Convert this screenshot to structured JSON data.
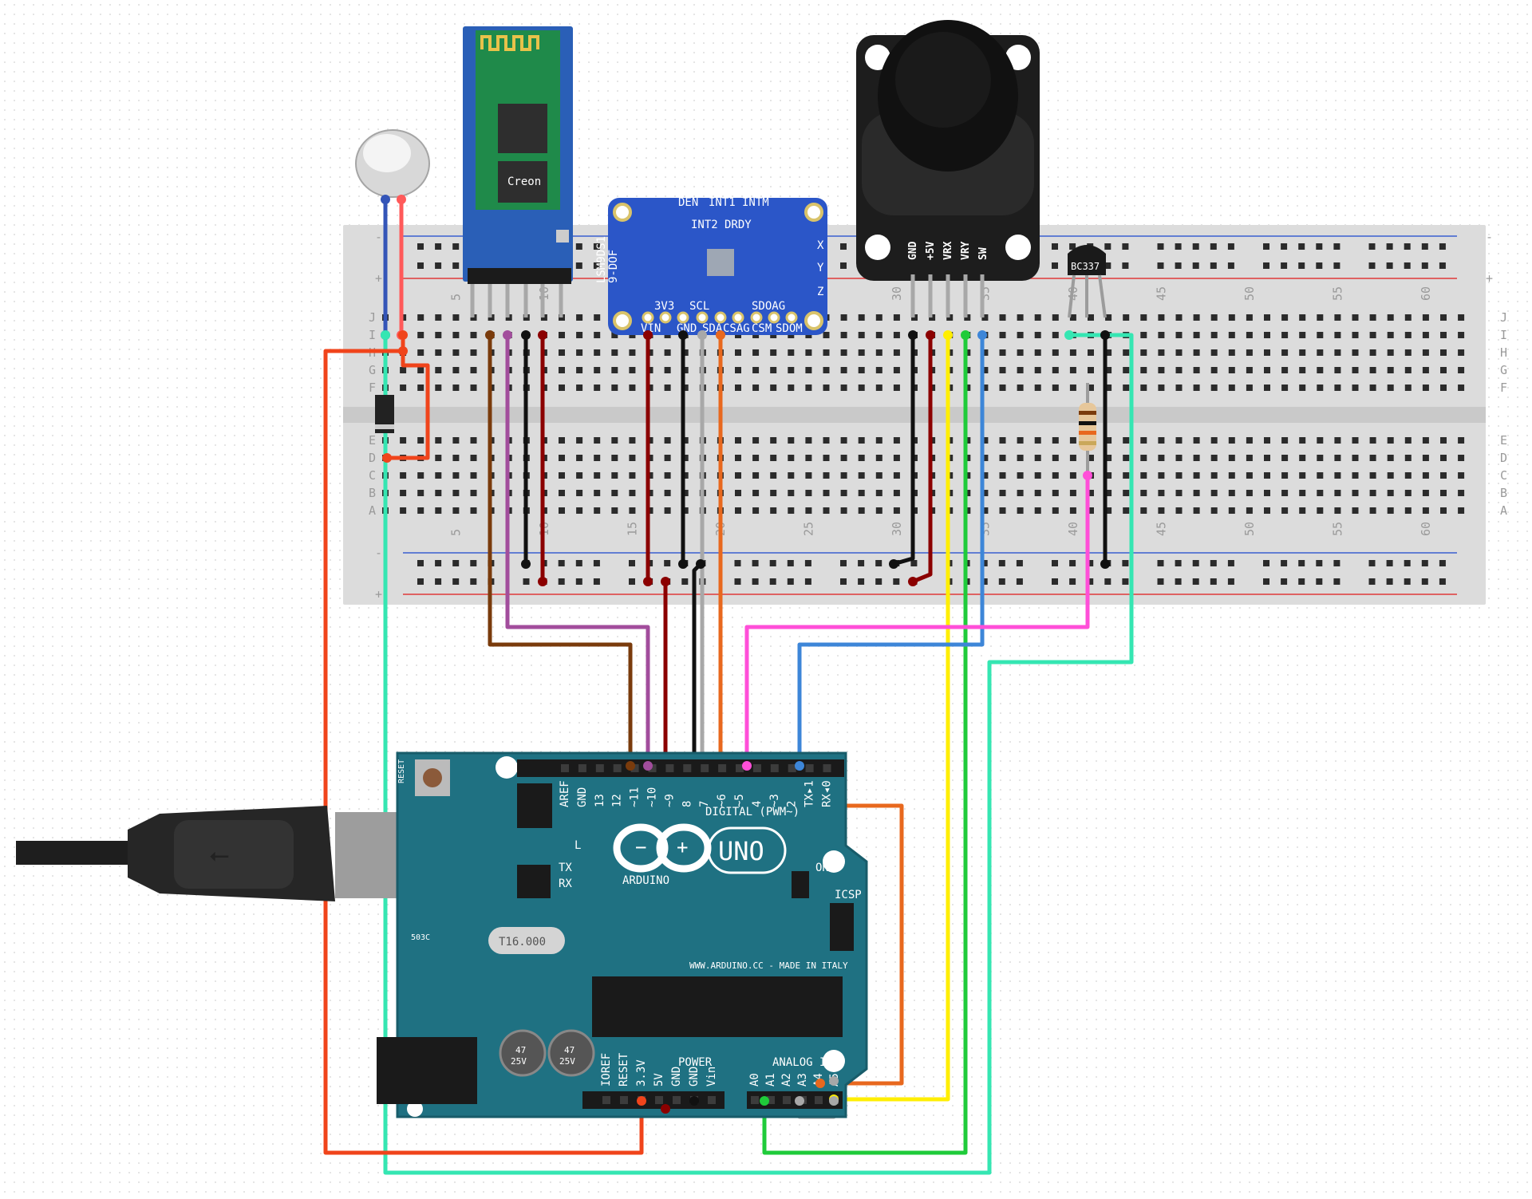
{
  "breadboard": {
    "column_numbers": [
      "5",
      "10",
      "15",
      "20",
      "25",
      "30",
      "35",
      "40",
      "45",
      "50",
      "55",
      "60"
    ],
    "row_letters_top": [
      "J",
      "I",
      "H",
      "G",
      "F"
    ],
    "row_letters_bottom": [
      "E",
      "D",
      "C",
      "B",
      "A"
    ],
    "rail_minus": "-",
    "rail_plus": "+"
  },
  "components": {
    "buzzer": {},
    "bluetooth": {
      "chip_text": "Creon"
    },
    "imu": {
      "title_line1": "LSM9DS1",
      "title_line2": "9-DOF",
      "top_pins": [
        "DEN",
        "INT1",
        "INTM"
      ],
      "top_pins2": [
        "INT2",
        "DRDY"
      ],
      "bottom_pins": [
        "3V3",
        "SCL",
        "SDOAG"
      ],
      "bottom_pins2": [
        "VIN",
        "GND",
        "SDA",
        "CSAG",
        "CSM",
        "SDOM"
      ],
      "axis_x": "X",
      "axis_y": "Y",
      "axis_z": "Z"
    },
    "joystick": {
      "pins": [
        "GND",
        "+5V",
        "VRX",
        "VRY",
        "SW"
      ]
    },
    "transistor": {
      "label": "BC337"
    }
  },
  "arduino": {
    "model": "UNO",
    "brand": "ARDUINO",
    "digital_label": "DIGITAL (PWM~)",
    "digital_pins": [
      "AREF",
      "GND",
      "13",
      "12",
      "~11",
      "~10",
      "~9",
      "8",
      "7",
      "~6",
      "~5",
      "4",
      "~3",
      "2",
      "TX▸1",
      "RX◂0"
    ],
    "power_label": "POWER",
    "power_pins": [
      "IOREF",
      "RESET",
      "3.3V",
      "5V",
      "GND",
      "GND",
      "Vin"
    ],
    "analog_label": "ANALOG IN",
    "analog_pins": [
      "A0",
      "A1",
      "A2",
      "A3",
      "A4",
      "A5"
    ],
    "tx": "TX",
    "rx": "RX",
    "on": "ON",
    "icsp": "ICSP",
    "reset": "RESET",
    "crystal": "T16.000",
    "website": "WWW.ARDUINO.CC - MADE IN ITALY",
    "cap_value": "47",
    "cap_voltage": "25V",
    "l_label": "L",
    "aref_note": "503C"
  },
  "wire_colors": {
    "red": "#8b0000",
    "black": "#111111",
    "brown": "#7a3b0c",
    "purple": "#a24d9c",
    "orange": "#e8681e",
    "orange_red": "#f0441b",
    "yellow": "#ffee00",
    "green": "#1fcb3a",
    "blue": "#3d86d8",
    "pink": "#ff4fd8",
    "teal": "#35e6b2",
    "grey": "#a8a8a8"
  }
}
